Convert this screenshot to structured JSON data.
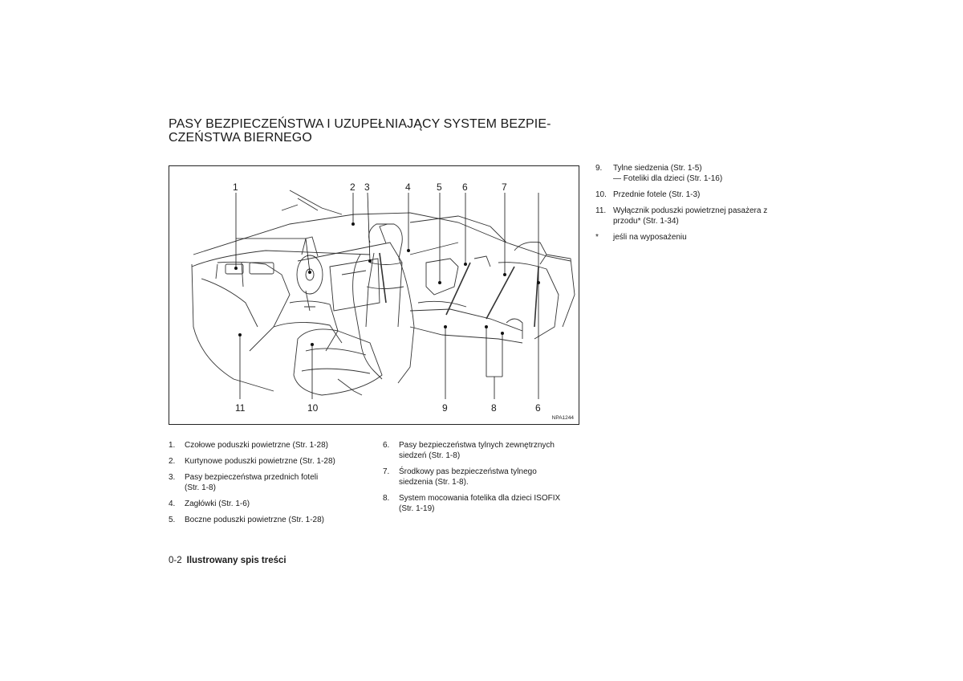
{
  "title_lines": [
    "PASY BEZPIECZEŃSTWA I UZUPEŁNIAJĄCY SYSTEM BEZPIE-",
    "CZEŃSTWA BIERNEGO"
  ],
  "figure": {
    "id": "NPA1244",
    "top_labels": [
      "1",
      "2",
      "3",
      "4",
      "5",
      "6",
      "7"
    ],
    "bottom_labels": [
      "11",
      "10",
      "9",
      "8",
      "6"
    ]
  },
  "left_list": [
    {
      "num": "1.",
      "lines": [
        "Czołowe poduszki powietrzne (Str. 1-28)"
      ]
    },
    {
      "num": "2.",
      "lines": [
        "Kurtynowe poduszki powietrzne (Str. 1-28)"
      ]
    },
    {
      "num": "3.",
      "lines": [
        "Pasy bezpieczeństwa przednich foteli",
        "(Str. 1-8)"
      ]
    },
    {
      "num": "4.",
      "lines": [
        "Zagłówki (Str. 1-6)"
      ]
    },
    {
      "num": "5.",
      "lines": [
        "Boczne poduszki powietrzne (Str. 1-28)"
      ]
    }
  ],
  "middle_list": [
    {
      "num": "6.",
      "lines": [
        "Pasy bezpieczeństwa tylnych zewnętrznych",
        "siedzeń (Str. 1-8)"
      ]
    },
    {
      "num": "7.",
      "lines": [
        "Środkowy pas bezpieczeństwa tylnego",
        "siedzenia (Str. 1-8)."
      ]
    },
    {
      "num": "8.",
      "lines": [
        "System mocowania fotelika dla dzieci ISOFIX",
        "(Str. 1-19)"
      ]
    }
  ],
  "right_list": [
    {
      "num": "9.",
      "lines": [
        "Tylne siedzenia (Str. 1-5)",
        "— Foteliki dla dzieci (Str. 1-16)"
      ]
    },
    {
      "num": "10.",
      "lines": [
        "Przednie fotele (Str. 1-3)"
      ]
    },
    {
      "num": "11.",
      "lines": [
        "Wyłącznik poduszki powietrznej pasażera z",
        "przodu* (Str. 1-34)"
      ]
    },
    {
      "num": "*",
      "lines": [
        "jeśli na wyposażeniu"
      ]
    }
  ],
  "footer": {
    "page": "0-2",
    "section": "Ilustrowany spis treści"
  }
}
